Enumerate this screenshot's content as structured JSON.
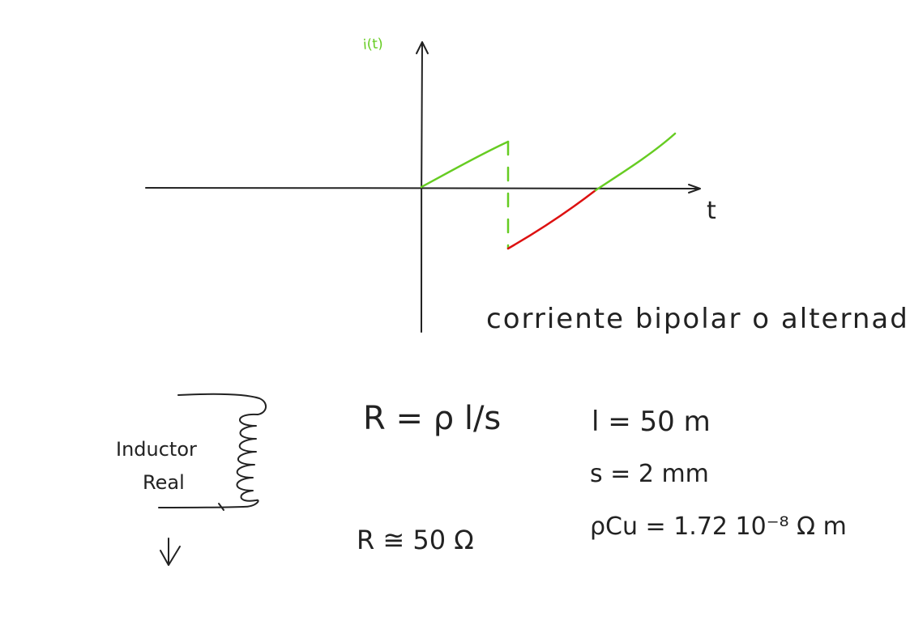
{
  "colors": {
    "ink": "#222222",
    "positive_current": "#66cc22",
    "negative_current": "#dd1111",
    "background": "#ffffff"
  },
  "graph": {
    "y_label": "i(t)",
    "x_label": "t",
    "caption": "corriente bipolar o alternada"
  },
  "inductor": {
    "label_line1": "Inductor",
    "label_line2": "Real",
    "arrow_icon": "down-arrow-icon"
  },
  "formulas": {
    "resistance": "R = ρ l/s",
    "resistance_approx": "R ≅ 50 Ω",
    "length": "l = 50 m",
    "section": "s = 2 mm",
    "resistivity": "ρCu = 1.72 10⁻⁸ Ω m"
  }
}
